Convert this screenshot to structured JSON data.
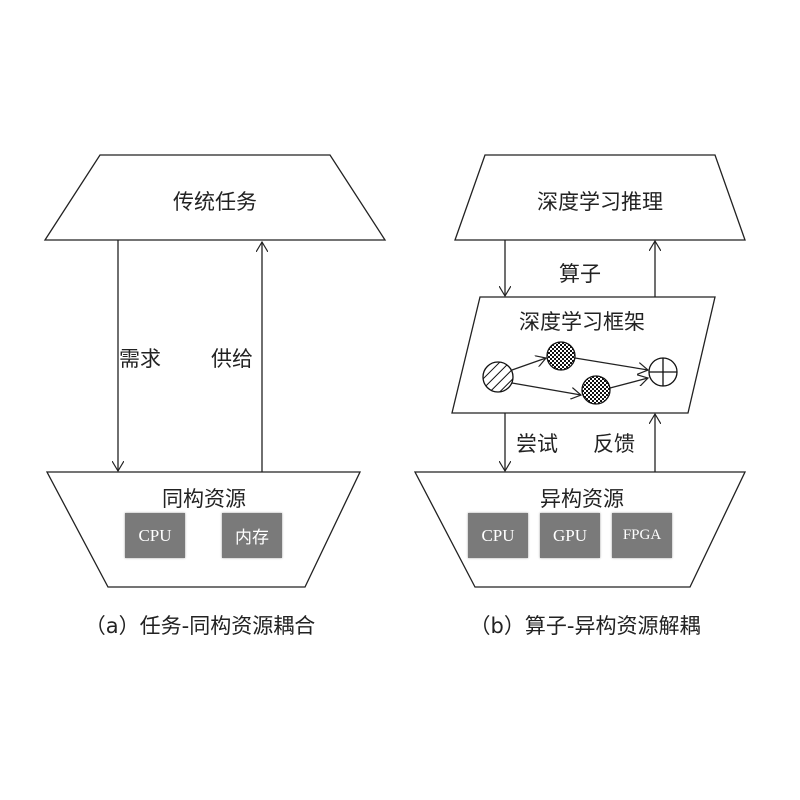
{
  "left": {
    "top_label": "传统任务",
    "down_arrow_label": "需求",
    "up_arrow_label": "供给",
    "bottom_label": "同构资源",
    "resources": [
      "CPU",
      "内存"
    ],
    "caption": "（a）任务-同构资源耦合"
  },
  "right": {
    "top_label": "深度学习推理",
    "upper_arrow_label": "算子",
    "framework_label": "深度学习框架",
    "lower_down_label": "尝试",
    "lower_up_label": "反馈",
    "bottom_label": "异构资源",
    "resources": [
      "CPU",
      "GPU",
      "FPGA"
    ],
    "caption": "（b）算子-异构资源解耦"
  }
}
